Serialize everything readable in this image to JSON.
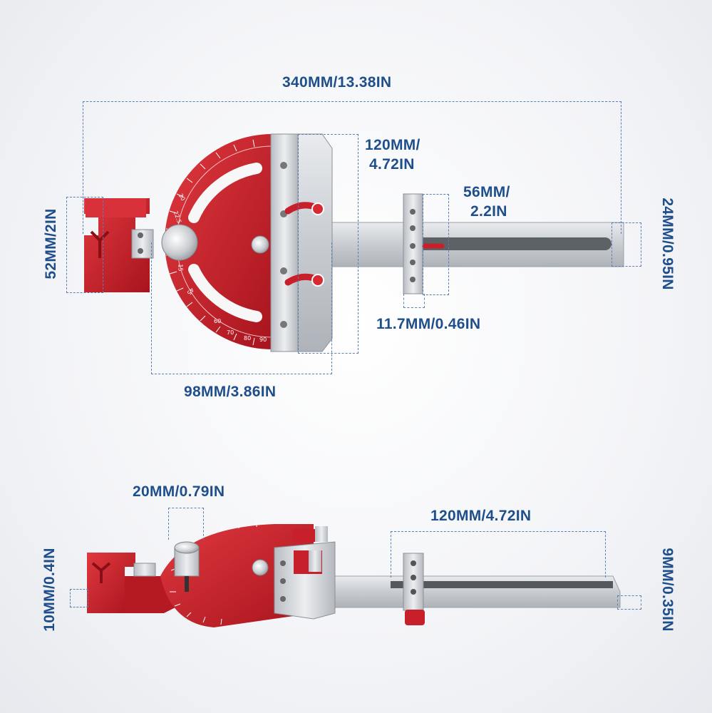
{
  "dimensions": {
    "overall_length": "340MM/13.38IN",
    "fence_length_line1": "120MM/",
    "fence_length_line2": "4.72IN",
    "stop_height_line1": "56MM/",
    "stop_height_line2": "2.2IN",
    "bar_width": "24MM/0.95IN",
    "head_width": "52MM/2IN",
    "stop_width": "11.7MM/0.46IN",
    "protractor_width": "98MM/3.86IN",
    "knob_diameter": "20MM/0.79IN",
    "stop_travel": "120MM/4.72IN",
    "head_thickness": "10MM/0.4IN",
    "bar_thickness": "9MM/0.35IN"
  },
  "protractor_scale": {
    "ticks": [
      "15",
      "22.5",
      "30",
      "45",
      "60",
      "70",
      "80",
      "90"
    ]
  },
  "colors": {
    "label_blue": "#1f4f8a",
    "body_red": "#c8202a",
    "steel": "#cfd2d6"
  }
}
